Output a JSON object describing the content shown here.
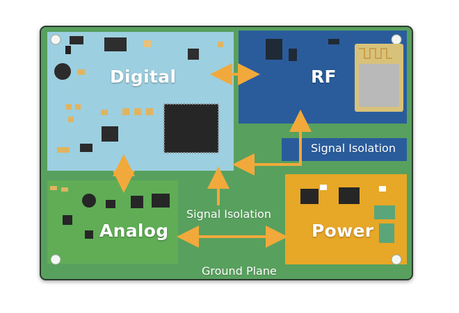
{
  "board": {
    "regions": [
      {
        "id": "digital",
        "label": "Digital"
      },
      {
        "id": "rf",
        "label": "RF"
      },
      {
        "id": "analog",
        "label": "Analog"
      },
      {
        "id": "power",
        "label": "Power"
      }
    ],
    "isolation_labels": [
      "Signal Isolation",
      "Signal Isolation"
    ],
    "ground_label": "Ground Plane"
  },
  "colors": {
    "board": "#58a05e",
    "digital": "#9ccfe0",
    "rf": "#2a5c9c",
    "analog": "#60ad56",
    "power": "#e7a727",
    "arrow": "#f2a93b"
  }
}
